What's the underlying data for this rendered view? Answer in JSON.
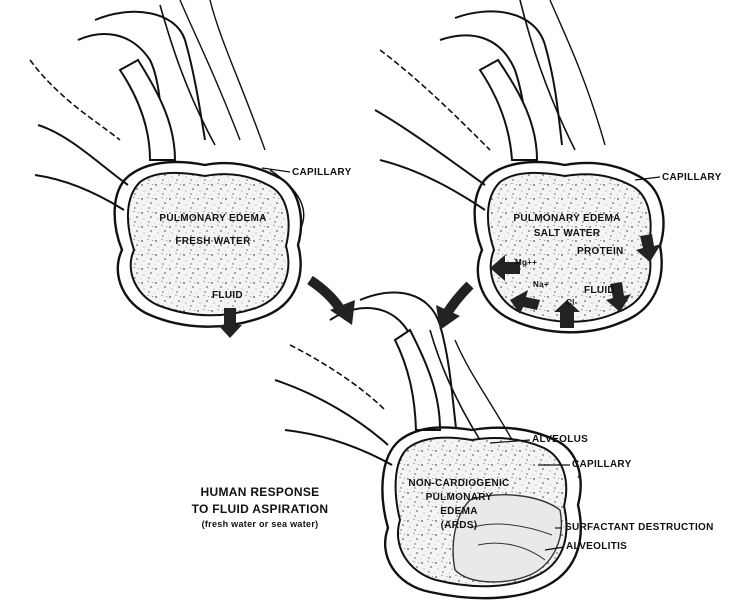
{
  "panels": {
    "fresh_water": {
      "label_line1": "PULMONARY EDEMA",
      "label_line2": "FRESH WATER",
      "fluid_label": "FLUID",
      "capillary_label": "CAPILLARY"
    },
    "salt_water": {
      "label_line1": "PULMONARY EDEMA",
      "label_line2": "SALT WATER",
      "protein_label": "PROTEIN",
      "fluid_label": "FLUID",
      "ion_mg": "Mg++",
      "ion_na": "Na+",
      "ion_cl": "Cl-",
      "capillary_label": "CAPILLARY"
    },
    "result": {
      "label_line1": "NON-CARDIOGENIC",
      "label_line2": "PULMONARY",
      "label_line3": "EDEMA",
      "label_line4": "(ARDS)",
      "alveolus_label": "ALVEOLUS",
      "capillary_label": "CAPILLARY",
      "surfactant_label": "SURFACTANT DESTRUCTION",
      "alveolitis_label": "ALVEOLITIS"
    }
  },
  "caption": {
    "line1": "HUMAN RESPONSE",
    "line2": "TO FLUID ASPIRATION",
    "line3": "(fresh water or sea water)"
  },
  "colors": {
    "ink": "#111111",
    "paper": "#ffffff",
    "arrow": "#222222"
  }
}
